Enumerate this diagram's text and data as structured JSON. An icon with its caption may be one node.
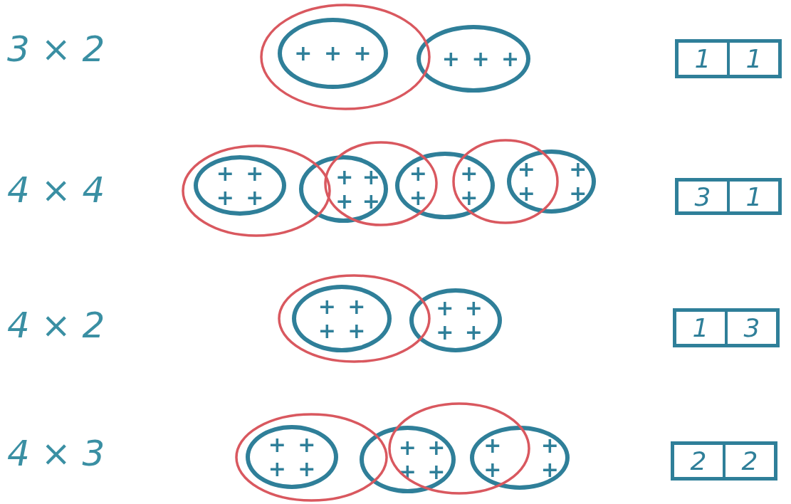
{
  "diagram": {
    "nodes": [
      {
        "text": [],
        "shape": "ellipse"
      },
      {
        "text": [
          "+ + +"
        ],
        "in": 0
      },
      {
        "text": [
          "+ + +"
        ]
      },
      {
        "text": [
          "1",
          "1"
        ]
      },
      {
        "text": [],
        "shape": "ellipse"
      },
      {
        "text": [
          "+ + + +"
        ],
        "in": 4
      },
      {
        "text": [
          "+ + + +"
        ]
      },
      {
        "text": [],
        "shape": "ellipse"
      },
      {
        "text": [
          "+ + + +"
        ]
      },
      {
        "text": [],
        "shape": "ellipse"
      },
      {
        "text": [
          "+ + + +"
        ]
      },
      {
        "text": [
          "3",
          "1"
        ]
      },
      {
        "text": [],
        "shape": "ellipse"
      },
      {
        "text": [
          "+ + + +"
        ],
        "in": 12
      },
      {
        "text": [
          "+ + + +"
        ]
      },
      {
        "text": [
          "1",
          "3"
        ]
      },
      {
        "text": [],
        "shape": "ellipse"
      },
      {
        "text": [
          "+ + + +"
        ],
        "in": 16
      },
      {
        "text": [
          "+ + + +"
        ]
      },
      {
        "text": [],
        "shape": "ellipse"
      },
      {
        "text": [
          "+ + + +"
        ]
      },
      {
        "text": [
          "2",
          "2"
        ]
      }
    ],
    "labels": [
      "3 × 2",
      "4 × 4",
      "4 × 2",
      "4 × 3"
    ]
  }
}
